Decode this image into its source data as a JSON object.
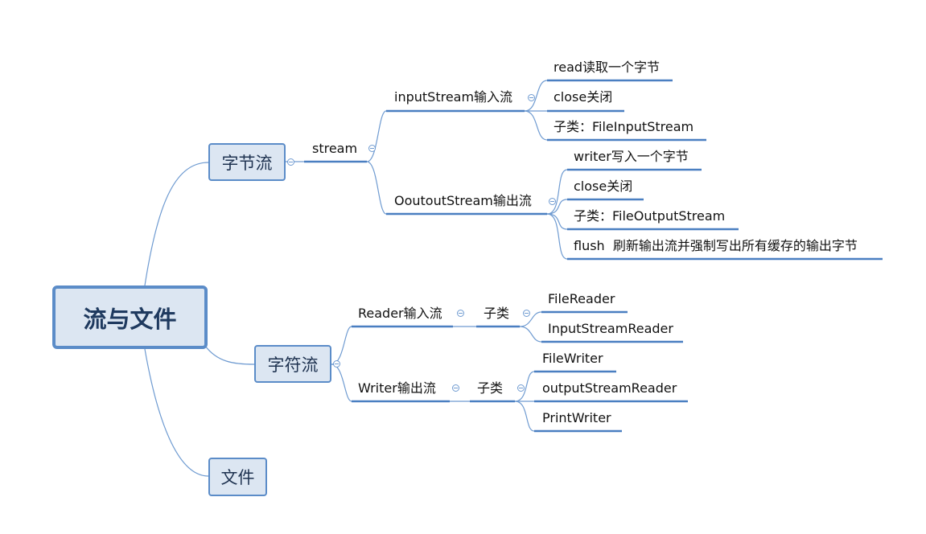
{
  "root": {
    "label": "流与文件"
  },
  "byte_stream": {
    "label": "字节流",
    "stream": {
      "label": "stream",
      "input": {
        "label": "inputStream输入流",
        "children": [
          "read读取一个字节",
          "close关闭",
          "子类：FileInputStream"
        ]
      },
      "output": {
        "label": "OoutoutStream输出流",
        "children": [
          "writer写入一个字节",
          "close关闭",
          "子类：FileOutputStream",
          "flush  刷新输出流并强制写出所有缓存的输出字节"
        ]
      }
    }
  },
  "char_stream": {
    "label": "字符流",
    "reader": {
      "label": "Reader输入流",
      "subclass_label": "子类",
      "children": [
        "FileReader",
        "InputStreamReader"
      ]
    },
    "writer": {
      "label": "Writer输出流",
      "subclass_label": "子类",
      "children": [
        "FileWriter",
        "outputStreamReader",
        "PrintWriter"
      ]
    }
  },
  "file": {
    "label": "文件"
  },
  "colors": {
    "line": "#6f9bd1",
    "node_fill": "#dce6f2",
    "node_border": "#5b8cc8"
  }
}
